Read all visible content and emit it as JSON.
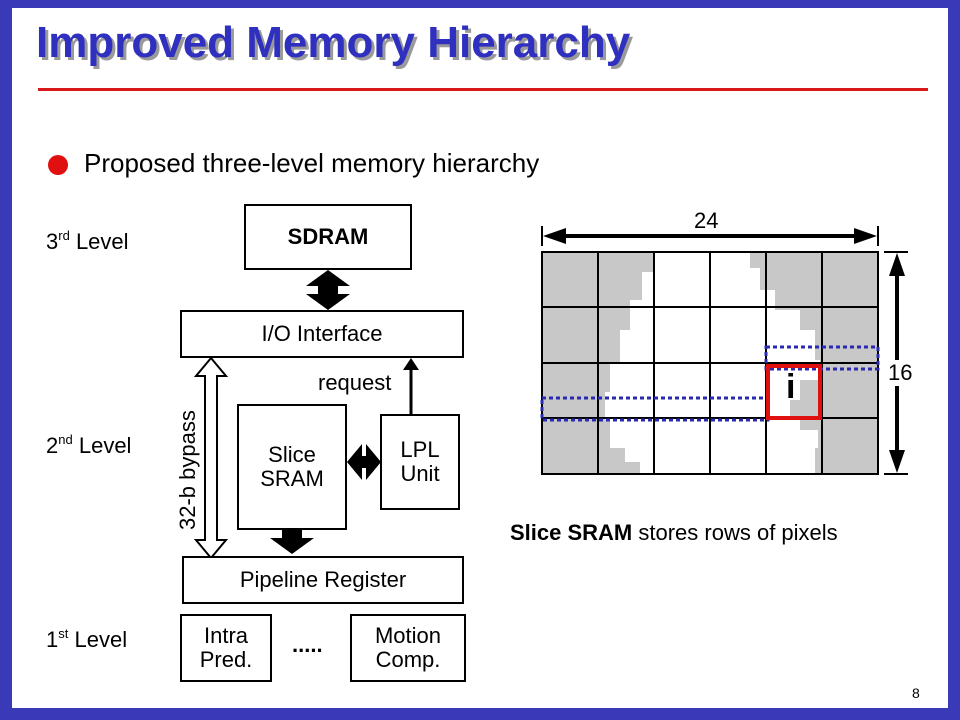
{
  "slide": {
    "title": "Improved Memory Hierarchy",
    "bullet": "Proposed three-level memory hierarchy",
    "page_number": "8"
  },
  "levels": {
    "third": {
      "num": "3",
      "sup": "rd",
      "word": "Level"
    },
    "second": {
      "num": "2",
      "sup": "nd",
      "word": "Level"
    },
    "first": {
      "num": "1",
      "sup": "st",
      "word": "Level"
    }
  },
  "hierarchy": {
    "sdram": "SDRAM",
    "io_interface": "I/O Interface",
    "request": "request",
    "bypass": "32-b bypass",
    "slice_sram_line1": "Slice",
    "slice_sram_line2": "SRAM",
    "lpl_line1": "LPL",
    "lpl_line2": "Unit",
    "pipeline_register": "Pipeline Register",
    "intra_line1": "Intra",
    "intra_line2": "Pred.",
    "ellipsis": ".....",
    "motion_line1": "Motion",
    "motion_line2": "Comp."
  },
  "pixel_grid": {
    "width_label": "24",
    "height_label": "16",
    "highlight_label": "i",
    "caption_bold": "Slice SRAM",
    "caption_rest": " stores rows of pixels"
  },
  "colors": {
    "accent": "#2f2fc0",
    "rule": "#d81818",
    "highlight": "#e01010",
    "dotted": "#2a2ab0",
    "gray_pixel": "#c8c8c8"
  }
}
